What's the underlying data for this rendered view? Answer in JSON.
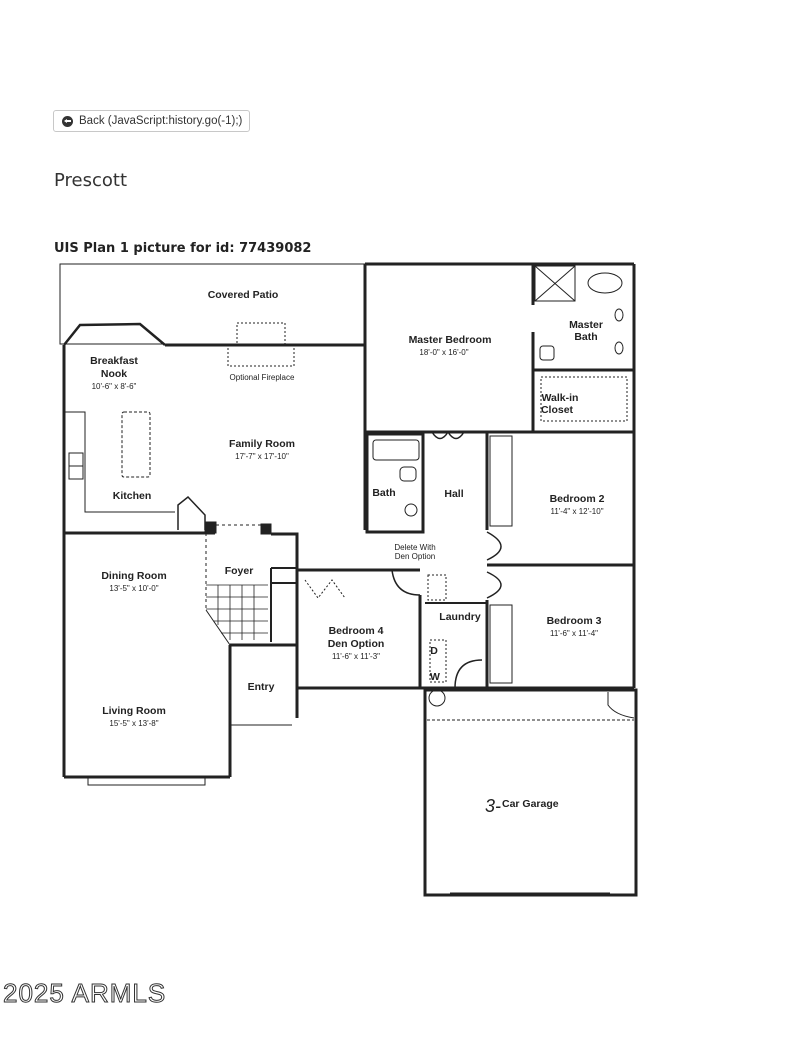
{
  "back_button": {
    "icon": "arrow-circle-left-icon",
    "label": "Back (JavaScript:history.go(-1);)"
  },
  "page_title": "Prescott",
  "caption": "UIS Plan 1 picture for id: 77439082",
  "floor_plan": {
    "rooms": {
      "covered_patio": {
        "name": "Covered Patio"
      },
      "optional_fireplace": {
        "name": "Optional Fireplace"
      },
      "breakfast_nook": {
        "name_line1": "Breakfast",
        "name_line2": "Nook",
        "dims": "10'-6\" x 8'-6\""
      },
      "family_room": {
        "name": "Family Room",
        "dims": "17'-7\" x 17'-10\""
      },
      "kitchen": {
        "name": "Kitchen"
      },
      "master_bedroom": {
        "name": "Master Bedroom",
        "dims": "18'-0\" x 16'-0\""
      },
      "master_bath": {
        "name_line1": "Master",
        "name_line2": "Bath"
      },
      "walk_in_closet": {
        "name_line1": "Walk-in",
        "name_line2": "Closet"
      },
      "bath": {
        "name": "Bath"
      },
      "hall": {
        "name": "Hall"
      },
      "bedroom_2": {
        "name": "Bedroom 2",
        "dims": "11'-4\" x 12'-10\""
      },
      "delete_note": {
        "line1": "Delete With",
        "line2": "Den Option"
      },
      "dining_room": {
        "name": "Dining Room",
        "dims": "13'-5\" x 10'-0\""
      },
      "foyer": {
        "name": "Foyer"
      },
      "bedroom_4": {
        "name_line1": "Bedroom 4",
        "name_line2": "Den Option",
        "dims": "11'-6\" x 11'-3\""
      },
      "laundry": {
        "name": "Laundry",
        "d_label": "D",
        "w_label": "W"
      },
      "bedroom_3": {
        "name": "Bedroom 3",
        "dims": "11'-6\" x 11'-4\""
      },
      "entry": {
        "name": "Entry"
      },
      "living_room": {
        "name": "Living Room",
        "dims": "15'-5\" x 13'-8\""
      },
      "garage": {
        "name": "Car Garage",
        "handwritten_number": "3-"
      }
    }
  },
  "watermark": "2025 ARMLS"
}
